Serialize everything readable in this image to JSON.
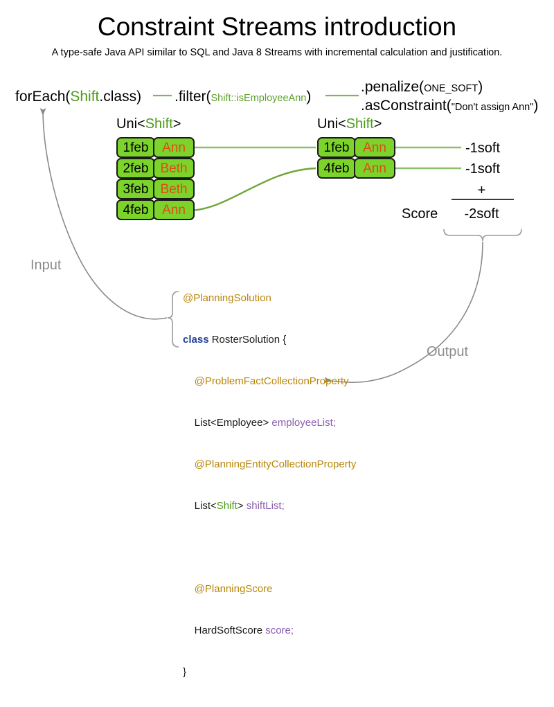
{
  "header": {
    "title": "Constraint Streams introduction",
    "subtitle": "A type-safe Java API similar to SQL and Java 8 Streams with incremental calculation and justification."
  },
  "pipeline": {
    "foreach": {
      "prefix": "forEach(",
      "type": "Shift",
      "suffix": ".class)"
    },
    "filter": {
      "prefix": ".filter(",
      "arg": "Shift::isEmployeeAnn",
      "suffix": ")"
    },
    "penalize": {
      "prefix": ".penalize(",
      "arg": "ONE_SOFT",
      "suffix": ")"
    },
    "as_constraint": {
      "prefix": ".asConstraint(",
      "arg": "\"Don't assign Ann\"",
      "suffix": ")"
    }
  },
  "streams": {
    "left": {
      "caption_prefix": "Uni<",
      "caption_type": "Shift",
      "caption_suffix": ">",
      "rows": [
        {
          "date": "1feb",
          "name": "Ann"
        },
        {
          "date": "2feb",
          "name": "Beth"
        },
        {
          "date": "3feb",
          "name": "Beth"
        },
        {
          "date": "4feb",
          "name": "Ann"
        }
      ]
    },
    "right": {
      "caption_prefix": "Uni<",
      "caption_type": "Shift",
      "caption_suffix": ">",
      "rows": [
        {
          "date": "1feb",
          "name": "Ann",
          "penalty": "-1soft"
        },
        {
          "date": "4feb",
          "name": "Ann",
          "penalty": "-1soft"
        }
      ]
    }
  },
  "score": {
    "label": "Score",
    "operator": "+",
    "total": "-2soft"
  },
  "io": {
    "input_label": "Input",
    "output_label": "Output"
  },
  "code": {
    "annotation_solution": "@PlanningSolution",
    "keyword_class": "class",
    "class_name": "RosterSolution {",
    "annotation_problem_fact": "@ProblemFactCollectionProperty",
    "employee_list_type": "List<Employee> ",
    "employee_list_field": "employeeList;",
    "annotation_planning_entity": "@PlanningEntityCollectionProperty",
    "shift_list_prefix": "List<",
    "shift_list_type": "Shift",
    "shift_list_mid": "> ",
    "shift_list_field": "shiftList;",
    "annotation_score": "@PlanningScore",
    "score_type": "HardSoftScore ",
    "score_field": "score;",
    "closing_brace": "}"
  },
  "colors": {
    "fact_green": "#7CD32A",
    "link_green": "#7FB45A",
    "keyword_green": "#4C9A18",
    "name_orange": "#E0491C",
    "annotation_gold": "#B8860B",
    "keyword_blue": "#21409A",
    "field_purple": "#8A5FB0",
    "guide_gray": "#8c8c8c"
  }
}
